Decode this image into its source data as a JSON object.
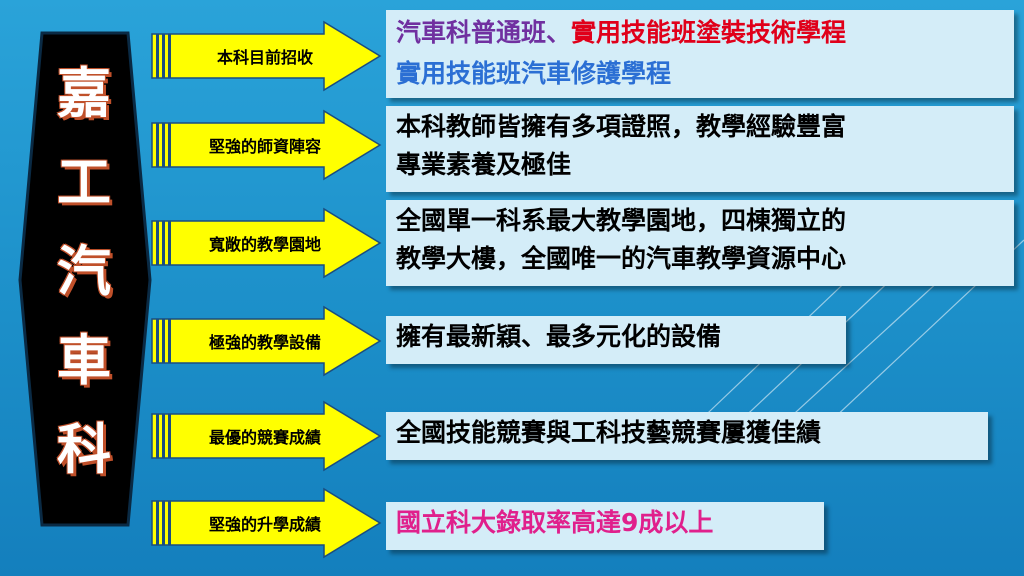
{
  "title_chars": [
    "嘉",
    "工",
    "汽",
    "車",
    "科"
  ],
  "arrows": [
    {
      "label": "本科目前招收"
    },
    {
      "label": "堅強的師資陣容"
    },
    {
      "label": "寬敞的教學園地"
    },
    {
      "label": "極強的教學設備"
    },
    {
      "label": "最優的競賽成績"
    },
    {
      "label": "堅強的升學成績"
    }
  ],
  "boxes": {
    "enrollment": {
      "part1": "汽車科普通班",
      "sep": "、",
      "part2": "實用技能班塗裝技術學程",
      "line2": "實用技能班汽車修護學程"
    },
    "faculty": {
      "line1": "本科教師皆擁有多項證照，教學經驗豐富",
      "line2": "專業素養及極佳"
    },
    "campus": {
      "line1": "全國單一科系最大教學園地，四棟獨立的",
      "line2": "教學大樓，全國唯一的汽車教學資源中心"
    },
    "equipment": {
      "line1": "擁有最新穎、最多元化的設備"
    },
    "competition": {
      "line1": "全國技能競賽與工科技藝競賽屢獲佳績"
    },
    "admission": {
      "line1": "國立科大錄取率高達9成以上"
    }
  },
  "colors": {
    "background": "#1c8fc9",
    "arrow_fill": "#ffff00",
    "box_fill": "#d4edf8",
    "title_fill": "#000000",
    "purple": "#7030a0",
    "red": "#e0001a",
    "blue": "#2b6fd4",
    "magenta": "#e0208c"
  }
}
